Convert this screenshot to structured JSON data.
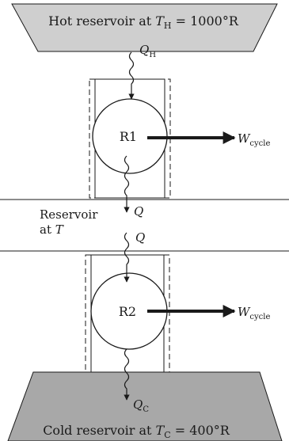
{
  "hot_reservoir": {
    "prefix": "Hot reservoir at ",
    "sym": "T",
    "sub": "H",
    "suffix": " = 1000°R"
  },
  "cold_reservoir": {
    "prefix": "Cold reservoir at ",
    "sym": "T",
    "sub": "C",
    "suffix": " = 400°R"
  },
  "middle_reservoir": {
    "line1": "Reservoir",
    "line2_prefix": "at ",
    "line2_sym": "T"
  },
  "engine1": {
    "label": "R1"
  },
  "engine2": {
    "label": "R2"
  },
  "heat_labels": {
    "q_hot": {
      "sym": "Q",
      "sub": "H"
    },
    "q_mid_out": {
      "sym": "Q"
    },
    "q_mid_in": {
      "sym": "Q"
    },
    "q_cold": {
      "sym": "Q",
      "sub": "C"
    }
  },
  "work_labels": {
    "w1": {
      "sym": "W",
      "sub": "cycle"
    },
    "w2": {
      "sym": "W",
      "sub": "cycle"
    }
  },
  "colors": {
    "hot_fill": "#cfcfcf",
    "cold_fill": "#a8a8a8",
    "line": "#1a1a1a"
  }
}
